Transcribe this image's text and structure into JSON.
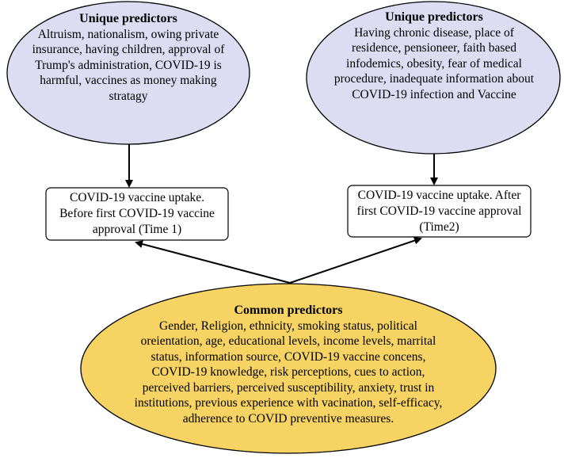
{
  "left_ellipse": {
    "title": "Unique predictors",
    "body": "Altruism, nationalism, owing private insurance, having children, approval of Trump's administration, COVID-19 is harmful, vaccines as money making stratagy",
    "fill_color": "#dcdcf2"
  },
  "right_ellipse": {
    "title": "Unique predictors",
    "body": "Having chronic disease, place of residence, pensioneer, faith based infodemics, obesity, fear of medical procedure, inadequate information about COVID-19 infection and Vaccine",
    "fill_color": "#dcdcf2"
  },
  "left_box": {
    "text": "COVID-19 vaccine uptake. Before first COVID-19 vaccine approval (Time 1)"
  },
  "right_box": {
    "text": "COVID-19 vaccine uptake. After first COVID-19 vaccine approval (Time2)"
  },
  "bottom_ellipse": {
    "title": "Common predictors",
    "body": "Gender, Religion, ethnicity, smoking status, political oreientation,  age, educational levels, income levels, marrital status,  information source, COVID-19 vaccine concens, COVID-19 knowledge, risk perceptions, cues to action, perceived barriers, perceived susceptibility, anxiety,  trust in institutions, previous experience with vacination, self-efficacy, adherence to COVID preventive measures.",
    "fill_color": "#f6d363"
  }
}
